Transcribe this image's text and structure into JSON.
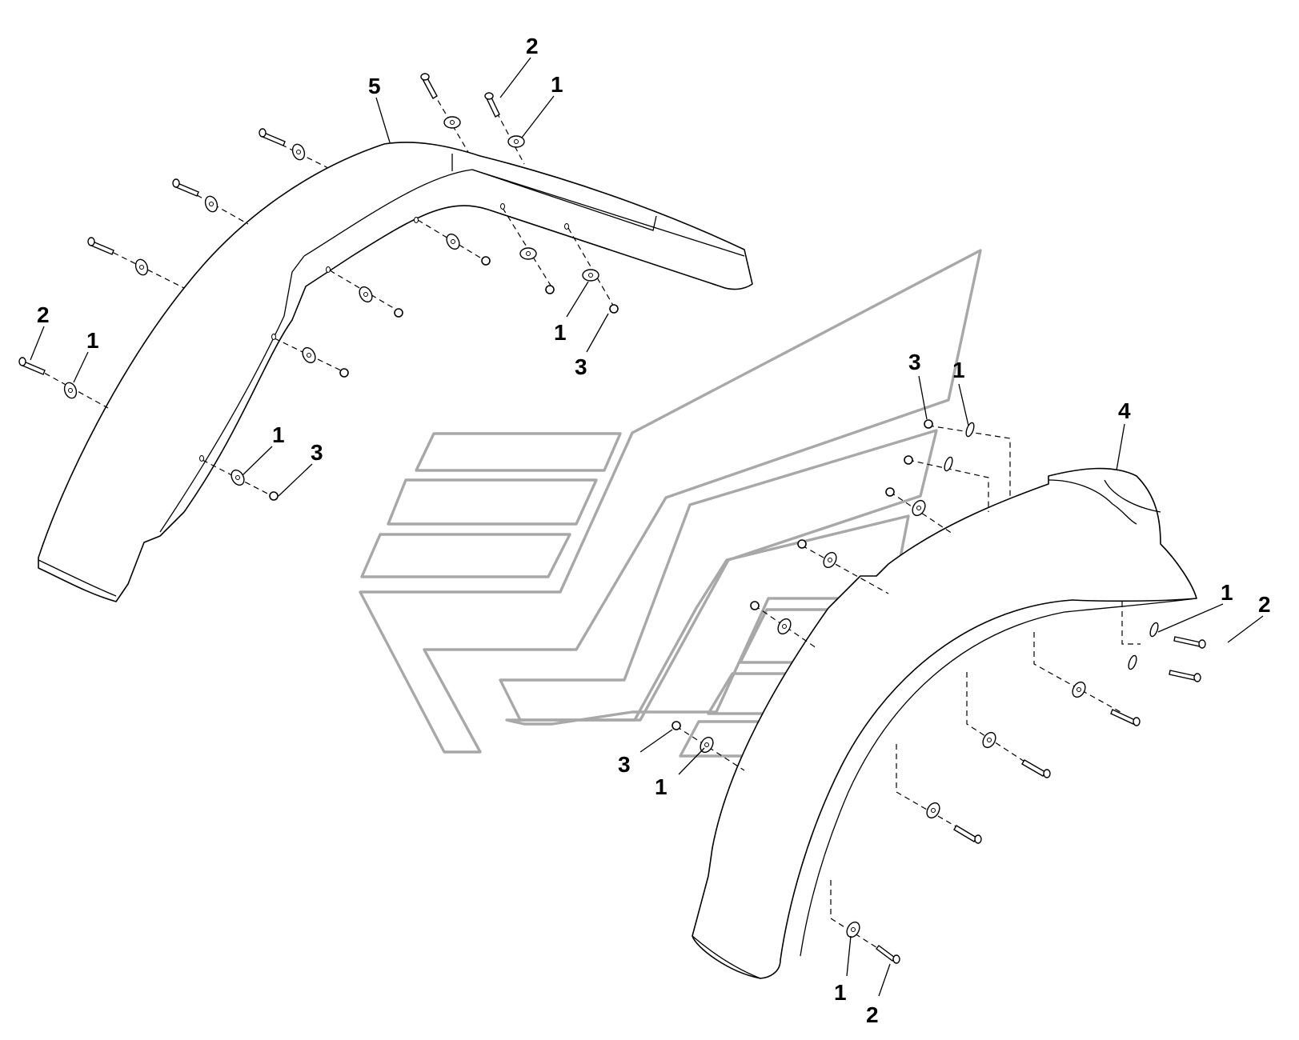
{
  "callouts": [
    {
      "id": "c-lf-1",
      "label": "5"
    },
    {
      "id": "c-lf-2",
      "label": "2"
    },
    {
      "id": "c-lf-3",
      "label": "1"
    },
    {
      "id": "c-lf-4",
      "label": "2"
    },
    {
      "id": "c-lf-5",
      "label": "1"
    },
    {
      "id": "c-lf-6",
      "label": "1"
    },
    {
      "id": "c-lf-7",
      "label": "3"
    },
    {
      "id": "c-lf-8",
      "label": "1"
    },
    {
      "id": "c-lf-9",
      "label": "3"
    },
    {
      "id": "c-rf-1",
      "label": "3"
    },
    {
      "id": "c-rf-2",
      "label": "1"
    },
    {
      "id": "c-rf-3",
      "label": "4"
    },
    {
      "id": "c-rf-4",
      "label": "1"
    },
    {
      "id": "c-rf-5",
      "label": "2"
    },
    {
      "id": "c-rf-6",
      "label": "3"
    },
    {
      "id": "c-rf-7",
      "label": "1"
    },
    {
      "id": "c-rf-8",
      "label": "1"
    },
    {
      "id": "c-rf-9",
      "label": "2"
    }
  ],
  "colors": {
    "line": "#000000",
    "stripe": "#a8a8a8",
    "background": "#ffffff"
  }
}
